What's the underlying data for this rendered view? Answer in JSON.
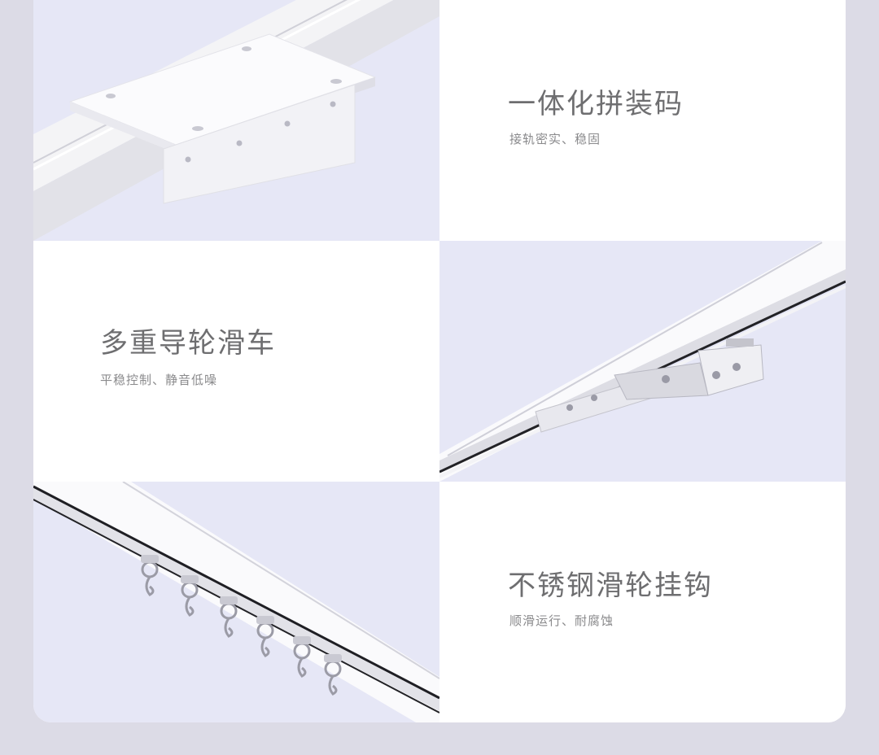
{
  "features": [
    {
      "title": "一体化拼装码",
      "subtitle": "接轨密实、稳固",
      "image": "connector-bracket-on-rail"
    },
    {
      "title": "多重导轮滑车",
      "subtitle": "平稳控制、静音低噪",
      "image": "guide-wheel-carriage-on-rail"
    },
    {
      "title": "不锈钢滑轮挂钩",
      "subtitle": "顺滑运行、耐腐蚀",
      "image": "stainless-pulley-hooks-on-rail"
    }
  ],
  "colors": {
    "page_background": "#dcdbe6",
    "image_background": "#e6e7f6",
    "title_text": "#6e6e70",
    "subtitle_text": "#8a8a8c"
  }
}
